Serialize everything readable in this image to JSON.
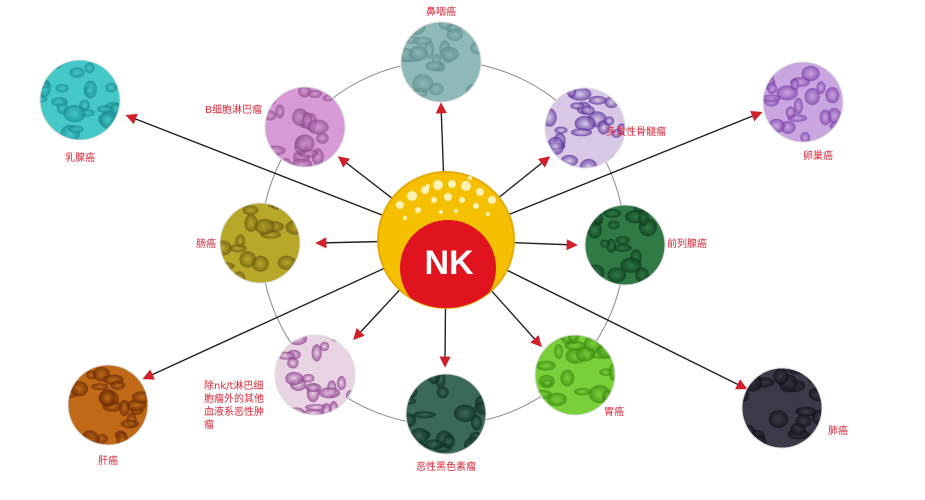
{
  "center": {
    "label": "NK",
    "outer_color": "#f5c000",
    "inner_color": "#e0141e"
  },
  "arrow_color": "#d0202a",
  "cancers": [
    {
      "id": "nasopharyngeal",
      "label": "鼻咽癌",
      "color": "#8fb8b8",
      "dark": "#5f8f90"
    },
    {
      "id": "b-cell-lymphoma",
      "label": "B细胞淋巴瘤",
      "color": "#d79ad6",
      "dark": "#8e4a8e"
    },
    {
      "id": "multiple-myeloma",
      "label": "多发性骨髓瘤",
      "color": "#d8c8e6",
      "dark": "#5a2d9a"
    },
    {
      "id": "breast",
      "label": "乳腺癌",
      "color": "#45c8c8",
      "dark": "#1a8a90"
    },
    {
      "id": "ovarian",
      "label": "卵巢癌",
      "color": "#c9a6e0",
      "dark": "#7b3fa8"
    },
    {
      "id": "colorectal",
      "label": "肠癌",
      "color": "#b8a82a",
      "dark": "#6a5a10"
    },
    {
      "id": "prostate",
      "label": "前列腺癌",
      "color": "#2f7a45",
      "dark": "#0e3a20"
    },
    {
      "id": "liver",
      "label": "肝癌",
      "color": "#c06a18",
      "dark": "#6a2a05"
    },
    {
      "id": "other-blood",
      "label": "除nk/t淋巴细胞瘤外的其他血液系恶性肿瘤",
      "color": "#e9d4e4",
      "dark": "#8a3a8a"
    },
    {
      "id": "melanoma",
      "label": "恶性黑色素瘤",
      "color": "#3a6a55",
      "dark": "#0d2a20"
    },
    {
      "id": "gastric",
      "label": "胃癌",
      "color": "#7ad03a",
      "dark": "#3a8a10"
    },
    {
      "id": "lung",
      "label": "肺癌",
      "color": "#3a3a48",
      "dark": "#111118"
    }
  ]
}
